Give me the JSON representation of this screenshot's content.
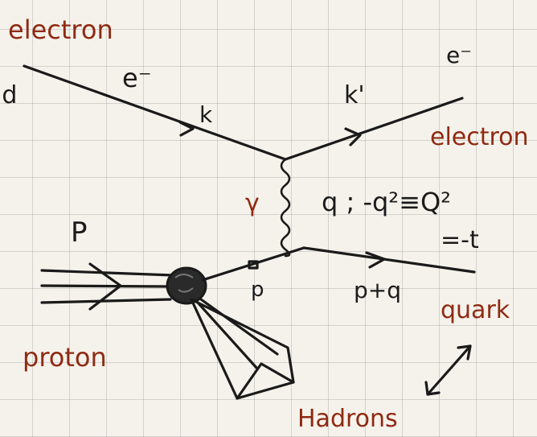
{
  "incoming": {
    "label_left": "electron",
    "cut_label": "ld",
    "symbol": "e⁻",
    "momentum": "k"
  },
  "outgoing": {
    "symbol": "e⁻",
    "momentum": "k'",
    "label_right": "electron"
  },
  "boson": {
    "symbol": "γ",
    "momentum": "q ; -q²≡Q²",
    "tline": "=-t"
  },
  "proton": {
    "symbol": "P",
    "label": "proton"
  },
  "quark_in": {
    "momentum": "p"
  },
  "quark_out": {
    "momentum": "p+q"
  },
  "quark": {
    "label": "quark"
  },
  "hadrons": {
    "label": "Hadrons"
  },
  "colors": {
    "ink": "#1a1a1a",
    "red": "#8f2a12",
    "grid": "#c8c8c8"
  }
}
